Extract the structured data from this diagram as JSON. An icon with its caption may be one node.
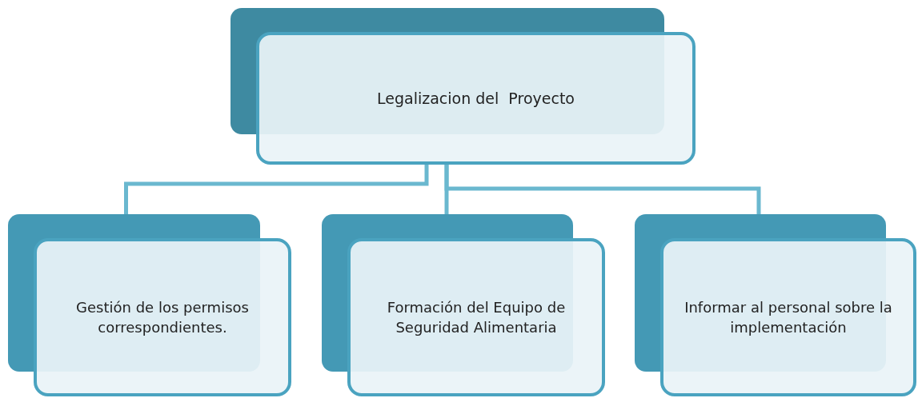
{
  "diagram": {
    "nodes": [
      {
        "text": [
          "Legalizacion del  Proyecto"
        ]
      },
      {
        "text": [
          "Gestión de los permisos correspondientes."
        ]
      },
      {
        "text": [
          "Formación del Equipo de Seguridad Alimentaria"
        ]
      },
      {
        "text": [
          "Informar al personal sobre la implementación"
        ]
      }
    ],
    "edges": [
      {
        "from": 0,
        "to": 1,
        "arrow": "none"
      },
      {
        "from": 0,
        "to": 2,
        "arrow": "none"
      },
      {
        "from": 0,
        "to": 3,
        "arrow": "none"
      }
    ]
  }
}
